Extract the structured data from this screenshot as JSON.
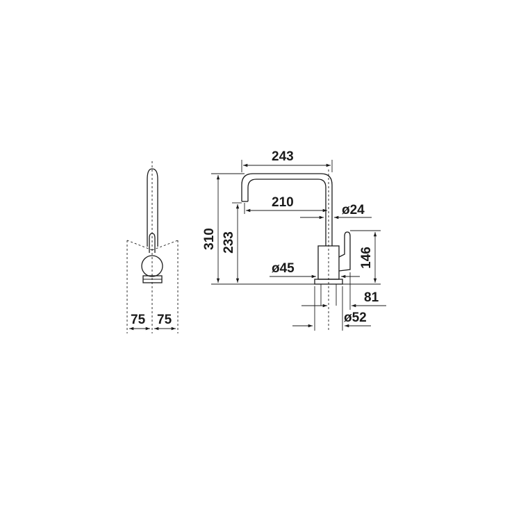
{
  "dimensions": {
    "spout_reach_total": "243",
    "spout_reach": "210",
    "spout_diameter": "ø24",
    "total_height": "310",
    "spout_height": "233",
    "lever_height": "146",
    "body_diameter": "ø45",
    "lever_offset": "81",
    "base_diameter": "ø52",
    "lever_swing_left": "75",
    "lever_swing_right": "75"
  }
}
